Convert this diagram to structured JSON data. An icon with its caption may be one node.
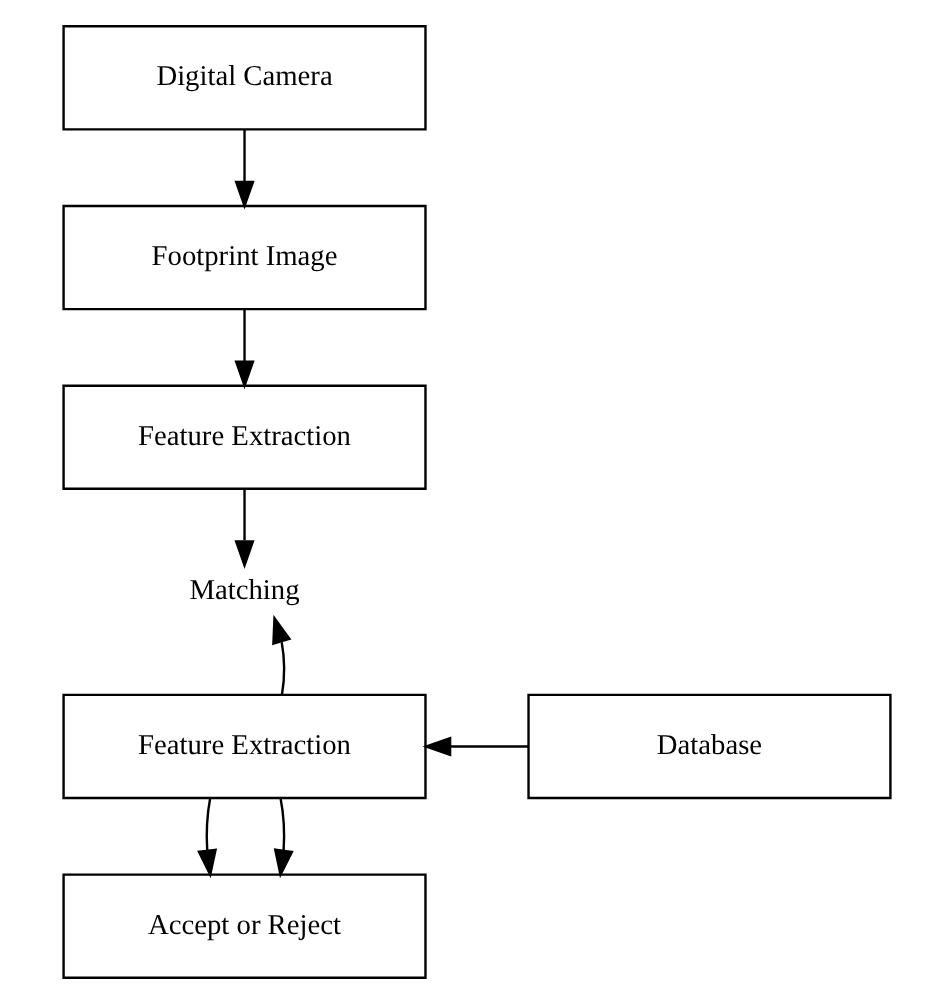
{
  "diagram": {
    "nodes": [
      {
        "text": [
          "Digital Camera"
        ]
      },
      {
        "text": [
          "Footprint Image"
        ]
      },
      {
        "text": [
          "Feature Extraction"
        ]
      },
      {
        "text": [
          "Matching"
        ]
      },
      {
        "text": [
          "Feature Extraction"
        ]
      },
      {
        "text": [
          "Database"
        ]
      },
      {
        "text": [
          "Accept or Reject"
        ]
      }
    ],
    "edges": [
      {
        "from": 0,
        "to": 1,
        "arrow": "to"
      },
      {
        "from": 1,
        "to": 2,
        "arrow": "to"
      },
      {
        "from": 2,
        "to": 3,
        "arrow": "to"
      },
      {
        "from": 4,
        "to": 3,
        "arrow": "to"
      },
      {
        "from": 5,
        "to": 4,
        "arrow": "to"
      },
      {
        "from": 4,
        "to": 6,
        "arrow": "to"
      },
      {
        "from": 4,
        "to": 6,
        "arrow": "to"
      }
    ]
  }
}
